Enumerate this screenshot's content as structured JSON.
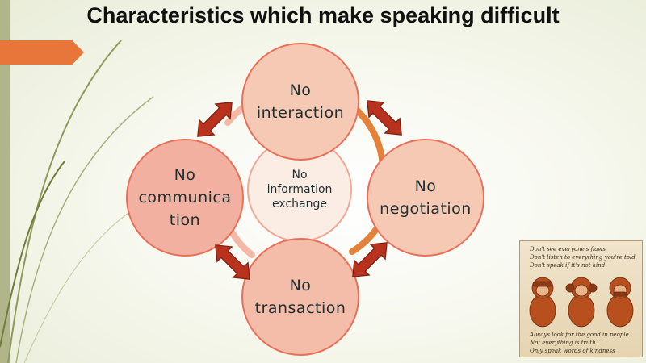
{
  "title": "Characteristics which make speaking difficult",
  "diagram": {
    "center": "No\ninformation\nexchange",
    "top": "No\ninteraction",
    "right": "No\nnegotiation",
    "bottom": "No\ntransaction",
    "left": "No\ncommunica\ntion"
  },
  "monkey_card": {
    "top_lines": [
      "Don't see everyone's flaws",
      "Don't listen to everything you're told",
      "Don't speak if it's not kind"
    ],
    "bottom_lines": [
      "Always look for the good in people.",
      "Not everything is truth.",
      "Only speak words of kindness"
    ]
  },
  "colors": {
    "accent": "#e8763a",
    "arrow": "#b8321e",
    "circle_border": "#ea6f58",
    "ring": "#e4823a"
  },
  "icons": [
    "double-arrow-icon",
    "three-wise-monkeys-icon"
  ]
}
